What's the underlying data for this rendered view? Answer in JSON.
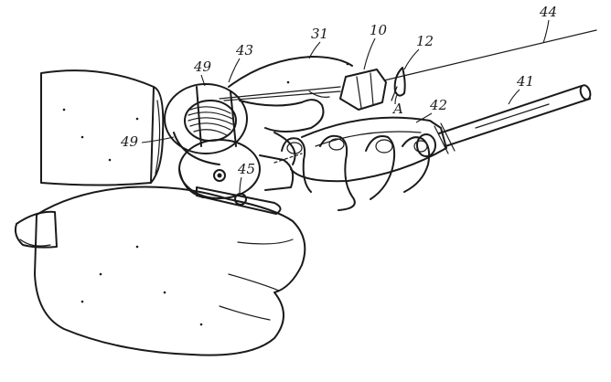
{
  "labels": {
    "handle": "31",
    "trigger": "10",
    "line_guide": "12",
    "line": "44",
    "rod": "41",
    "grip": "42",
    "reel_frame": "43",
    "reel_side_top": "49",
    "reel_side_left": "49",
    "thumb_lever": "45",
    "point_a": "A"
  }
}
